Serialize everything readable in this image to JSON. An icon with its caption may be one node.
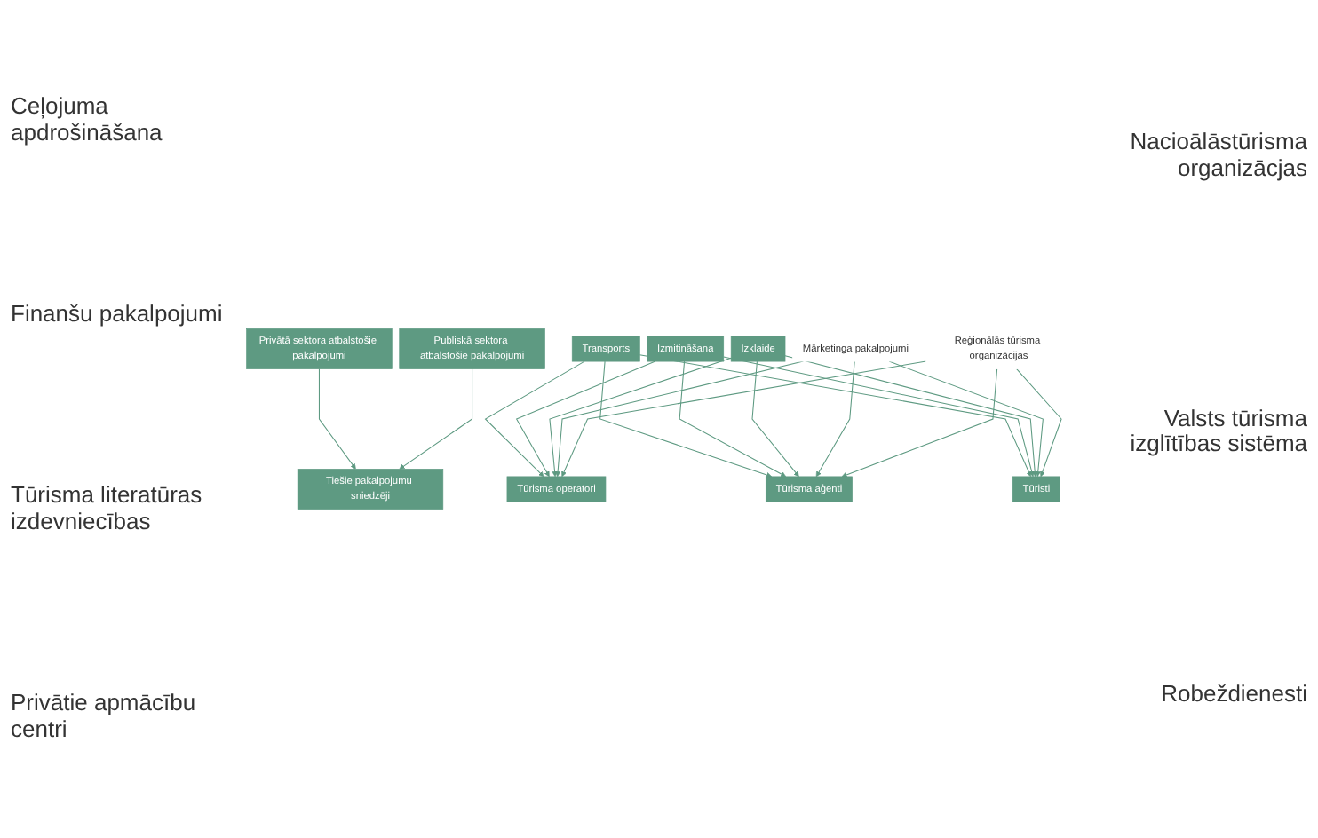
{
  "diagram": {
    "nodes": [
      {
        "text": [
          "Privātā sektora atbalstošie pakalpojumi"
        ]
      },
      {
        "text": [
          "Tiešie pakalpojumu sniedzēji"
        ]
      },
      {
        "text": [
          "Publiskā sektora atbalstošie pakalpojumi"
        ]
      },
      {
        "text": [
          "Transports"
        ]
      },
      {
        "text": [
          "Izmitināšana"
        ]
      },
      {
        "text": [
          "Izklaide"
        ]
      },
      {
        "text": [
          "Tūrisma operatori"
        ]
      },
      {
        "text": [
          "Tūrisma aģenti"
        ]
      },
      {
        "text": [
          "Tūristi"
        ]
      },
      {
        "text": [
          "Mārketinga pakalpojumi"
        ]
      },
      {
        "text": [
          "Reģionālās tūrisma organizācijas"
        ]
      }
    ],
    "edges": [
      {
        "from": 0,
        "to": 1,
        "arrow": "to"
      },
      {
        "from": 2,
        "to": 1,
        "arrow": "to"
      },
      {
        "from": 3,
        "to": 6,
        "arrow": "to"
      },
      {
        "from": 3,
        "to": 7,
        "arrow": "to"
      },
      {
        "from": 3,
        "to": 8,
        "arrow": "to"
      },
      {
        "from": 4,
        "to": 6,
        "arrow": "to"
      },
      {
        "from": 4,
        "to": 7,
        "arrow": "to"
      },
      {
        "from": 4,
        "to": 8,
        "arrow": "to"
      },
      {
        "from": 5,
        "to": 6,
        "arrow": "to"
      },
      {
        "from": 5,
        "to": 7,
        "arrow": "to"
      },
      {
        "from": 5,
        "to": 8,
        "arrow": "to"
      },
      {
        "from": 9,
        "to": 6,
        "arrow": "to"
      },
      {
        "from": 9,
        "to": 7,
        "arrow": "to"
      },
      {
        "from": 9,
        "to": 8,
        "arrow": "to"
      },
      {
        "from": 10,
        "to": 6,
        "arrow": "to"
      },
      {
        "from": 10,
        "to": 7,
        "arrow": "to"
      },
      {
        "from": 10,
        "to": 8,
        "arrow": "to"
      }
    ],
    "labels": [
      "Ceļojuma apdrošināšana",
      "Nacioālāstūrisma organizācjas",
      "Finanšu pakalpojumi",
      "Valsts tūrisma izglītības sistēma",
      "Tūrisma literatūras izdevniecības",
      "Privātie apmācību centri",
      "Robeždienesti"
    ]
  }
}
